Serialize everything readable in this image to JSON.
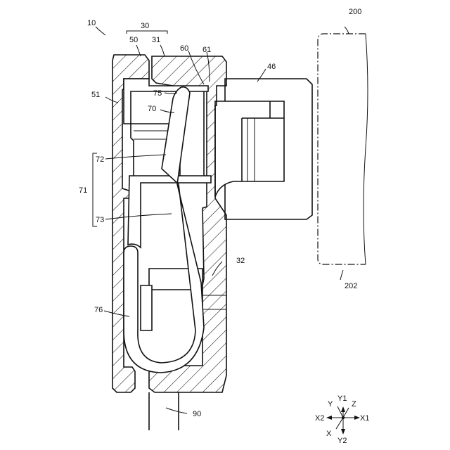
{
  "labels": {
    "l10": "10",
    "l30": "30",
    "l50": "50",
    "l31": "31",
    "l60": "60",
    "l61": "61",
    "l46": "46",
    "l200": "200",
    "l51": "51",
    "l75": "75",
    "l70": "70",
    "l72": "72",
    "l71": "71",
    "l73": "73",
    "l32": "32",
    "l76": "76",
    "l202": "202",
    "l90": "90"
  },
  "axes": {
    "y1": "Y1",
    "y": "Y",
    "z": "Z",
    "x2": "X2",
    "x1": "X1",
    "x": "X",
    "y2": "Y2"
  }
}
